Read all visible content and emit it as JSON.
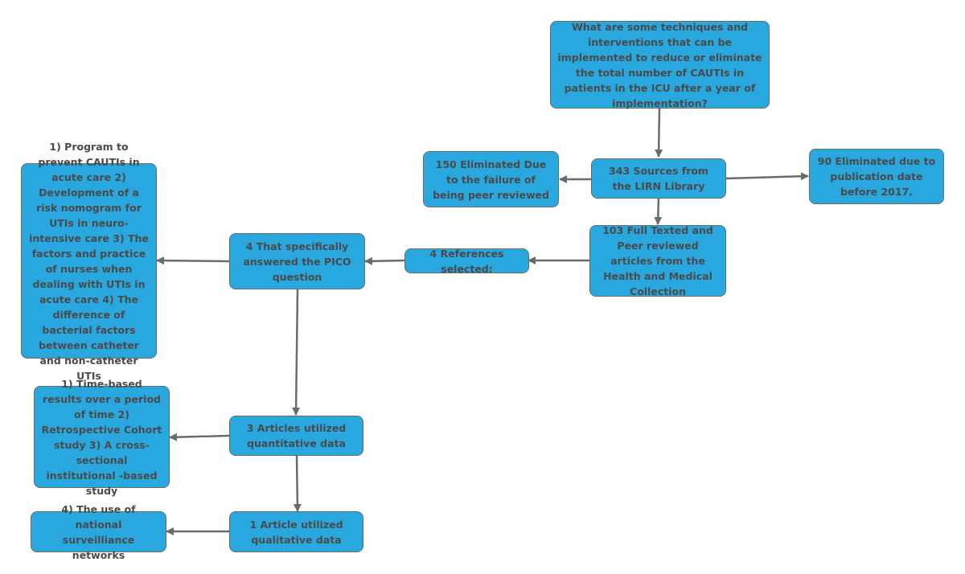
{
  "colors": {
    "box_fill": "#29a8e0",
    "box_border": "#6a6a6a",
    "text": "#4a4a4a",
    "arrow": "#6b6b6b"
  },
  "nodes": {
    "question": "What are some techniques and interventions that can be implemented to reduce or eliminate the total number of CAUTIs in patients in the ICU after a year of implementation?",
    "sources": "343 Sources from the LIRN Library",
    "elim_peer": "150 Eliminated Due to the failure of being peer reviewed",
    "elim_date": "90 Eliminated due to publication date before 2017.",
    "full_text": "103 Full Texted and Peer reviewed articles from the Health and Medical Collection",
    "selected": "4 References selected:",
    "pico": "4 That specifically answered the PICO question",
    "pico_list": "1) Program to prevent CAUTIs in acute care 2) Development of a risk nomogram for UTIs in neuro-intensive care 3) The factors and practice of nurses when dealing with UTIs in acute care 4) The difference of bacterial factors between catheter and non-catheter UTIs",
    "quant": "3 Articles utilized quantitative data",
    "quant_list": "1) Time-based results over a period of time 2) Retrospective Cohort study 3) A cross-sectional institutional -based study",
    "qual": "1 Article utilized qualitative data",
    "qual_list": "4) The use of national surveilliance networks"
  }
}
